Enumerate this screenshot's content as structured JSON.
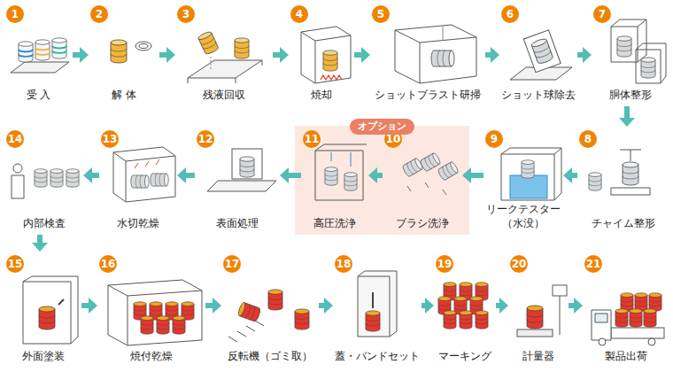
{
  "diagram": {
    "nodes": [
      {
        "text": [
          "1",
          "受 入"
        ]
      },
      {
        "text": [
          "2",
          "解 体"
        ]
      },
      {
        "text": [
          "3",
          "残液回収"
        ]
      },
      {
        "text": [
          "4",
          "焼却"
        ]
      },
      {
        "text": [
          "5",
          "ショットブラスト研掃"
        ]
      },
      {
        "text": [
          "6",
          "ショット球除去"
        ]
      },
      {
        "text": [
          "7",
          "胴体整形"
        ]
      },
      {
        "text": [
          "8",
          "チャイム整形"
        ]
      },
      {
        "text": [
          "9",
          "リークテスター （水没）"
        ]
      },
      {
        "text": [
          "オプション"
        ]
      },
      {
        "text": [
          "10",
          "ブラシ洗浄"
        ],
        "in": 9
      },
      {
        "text": [
          "11",
          "高圧洗浄"
        ],
        "in": 9
      },
      {
        "text": [
          "12",
          "表面処理"
        ]
      },
      {
        "text": [
          "13",
          "水切乾燥"
        ]
      },
      {
        "text": [
          "14",
          "内部検査"
        ]
      },
      {
        "text": [
          "15",
          "外面塗装"
        ]
      },
      {
        "text": [
          "16",
          "焼付乾燥"
        ]
      },
      {
        "text": [
          "17",
          "反転機（ゴミ取）"
        ]
      },
      {
        "text": [
          "18",
          "蓋・バンドセット"
        ]
      },
      {
        "text": [
          "19",
          "マーキング"
        ]
      },
      {
        "text": [
          "20",
          "計量器"
        ]
      },
      {
        "text": [
          "21",
          "製品出荷"
        ]
      }
    ],
    "edges": [
      {
        "from": 0,
        "to": 1,
        "arrow": "to"
      },
      {
        "from": 1,
        "to": 2,
        "arrow": "to"
      },
      {
        "from": 2,
        "to": 3,
        "arrow": "to"
      },
      {
        "from": 3,
        "to": 4,
        "arrow": "to"
      },
      {
        "from": 4,
        "to": 5,
        "arrow": "to"
      },
      {
        "from": 5,
        "to": 6,
        "arrow": "to"
      },
      {
        "from": 6,
        "to": 7,
        "arrow": "to"
      },
      {
        "from": 7,
        "to": 8,
        "arrow": "to"
      },
      {
        "from": 8,
        "to": 10,
        "arrow": "to"
      },
      {
        "from": 10,
        "to": 11,
        "arrow": "to"
      },
      {
        "from": 11,
        "to": 12,
        "arrow": "to"
      },
      {
        "from": 12,
        "to": 13,
        "arrow": "to"
      },
      {
        "from": 13,
        "to": 14,
        "arrow": "to"
      },
      {
        "from": 14,
        "to": 15,
        "arrow": "to"
      },
      {
        "from": 15,
        "to": 16,
        "arrow": "to"
      },
      {
        "from": 16,
        "to": 17,
        "arrow": "to"
      },
      {
        "from": 17,
        "to": 18,
        "arrow": "to"
      },
      {
        "from": 18,
        "to": 19,
        "arrow": "to"
      },
      {
        "from": 19,
        "to": 20,
        "arrow": "to"
      },
      {
        "from": 20,
        "to": 21,
        "arrow": "to"
      }
    ]
  }
}
